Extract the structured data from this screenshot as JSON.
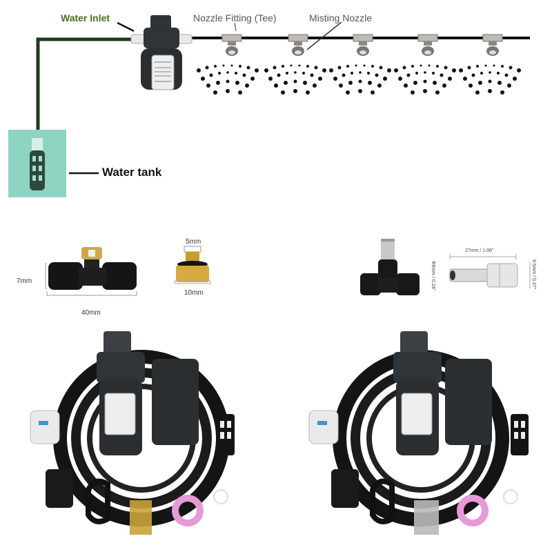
{
  "diagram": {
    "water_inlet_label": "Water Inlet",
    "nozzle_fitting_label": "Nozzle Fitting (Tee)",
    "misting_nozzle_label": "Misting Nozzle",
    "water_tank_label": "Water tank",
    "nozzle_count": 5,
    "colors": {
      "inlet_pipe": "#1f3d1c",
      "tank_water": "#8fd3c3",
      "inlet_label": "#4e6b1f"
    }
  },
  "parts": {
    "tee_fitting_brass": {
      "height_label": "7mm",
      "length_label": "40mm"
    },
    "brass_nozzle": {
      "thread_label": "5mm",
      "diameter_label": "10mm"
    },
    "stainless_nozzle": {
      "length_label": "27mm / 1.06\"",
      "inner_label": "Φ6mm / 0.24\"",
      "outer_label": "9.5mm / 0.37\""
    }
  },
  "kits": [
    {
      "name": "kit-brass-nozzles",
      "nozzle_color": "#c9a23a"
    },
    {
      "name": "kit-stainless-nozzles",
      "nozzle_color": "#b9b9b9"
    }
  ]
}
